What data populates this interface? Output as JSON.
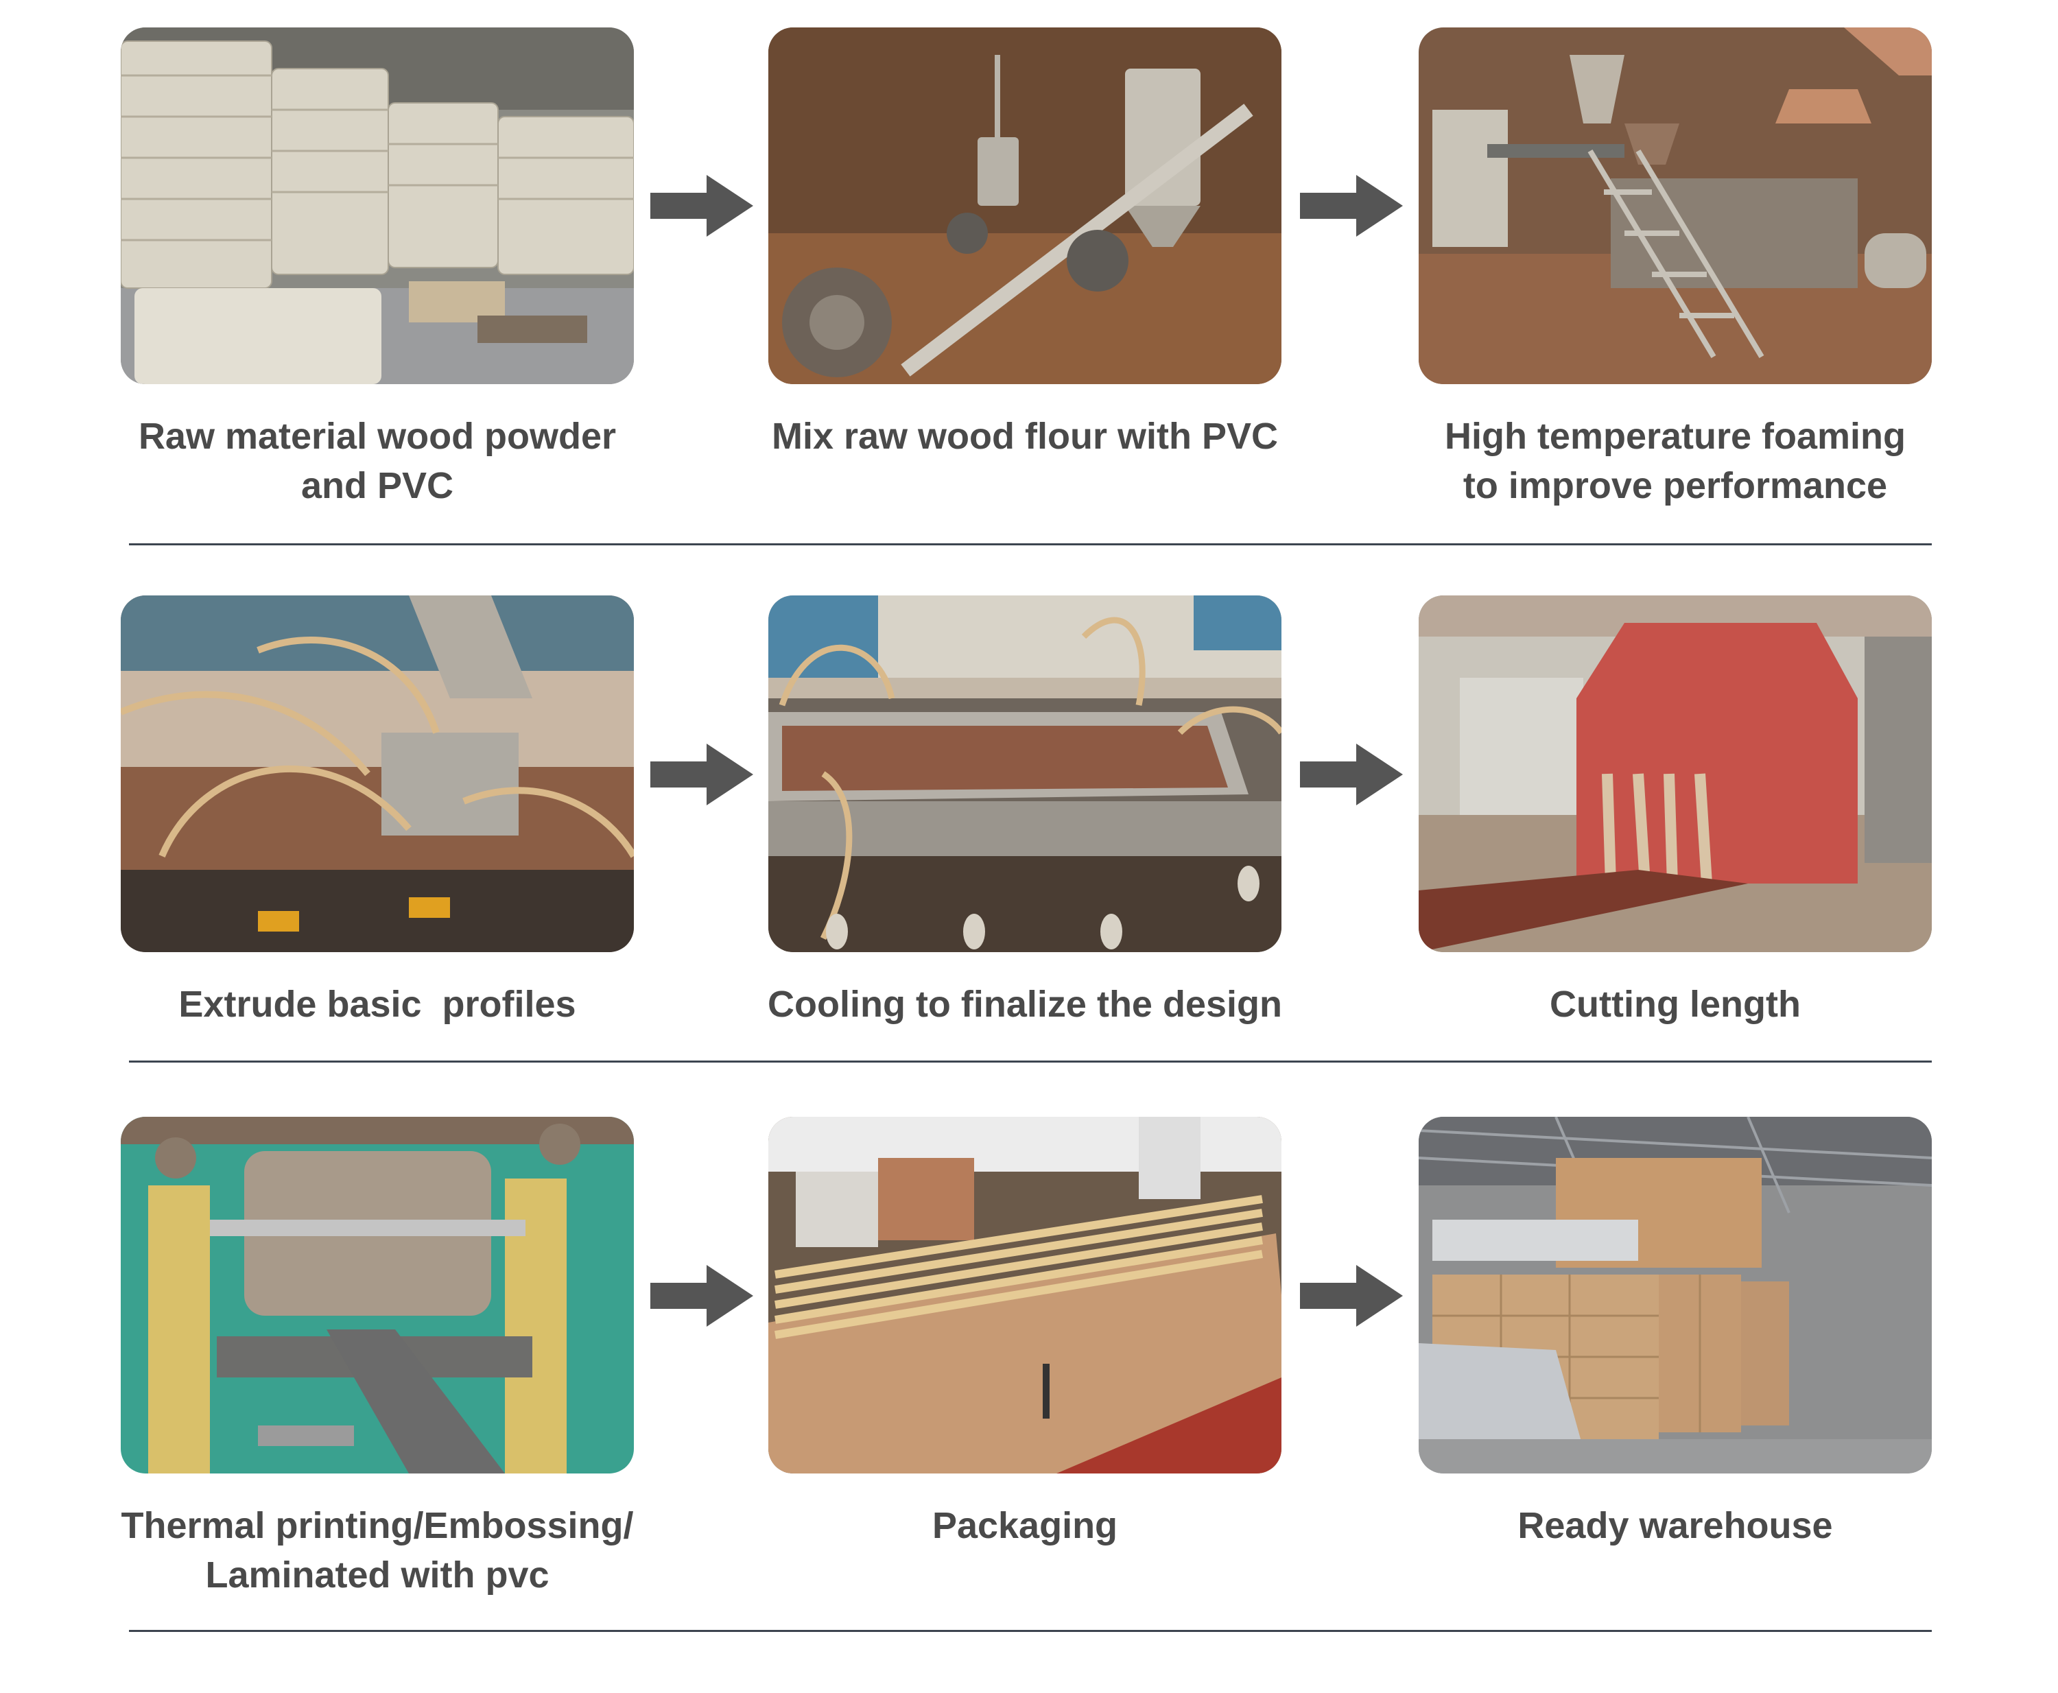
{
  "steps": [
    {
      "caption_lines": [
        "Raw material wood powder",
        "and PVC"
      ],
      "photo": "raw-material-warehouse-photo"
    },
    {
      "caption_lines": [
        "Mix raw wood flour with PVC"
      ],
      "photo": "mixing-silo-photo"
    },
    {
      "caption_lines": [
        "High temperature foaming",
        "to improve performance"
      ],
      "photo": "foaming-machine-photo"
    },
    {
      "caption_lines": [
        "Extrude basic  profiles"
      ],
      "photo": "extruder-photo"
    },
    {
      "caption_lines": [
        "Cooling to finalize the design"
      ],
      "photo": "cooling-tank-photo"
    },
    {
      "caption_lines": [
        "Cutting length"
      ],
      "photo": "cutting-saw-photo"
    },
    {
      "caption_lines": [
        "Thermal printing/Embossing/",
        "Laminated with pvc"
      ],
      "photo": "laminating-roller-photo"
    },
    {
      "caption_lines": [
        "Packaging"
      ],
      "photo": "packaging-photo"
    },
    {
      "caption_lines": [
        "Ready warehouse"
      ],
      "photo": "finished-warehouse-photo"
    }
  ],
  "colors": {
    "caption_text": "#4a4a4a",
    "arrow": "#555555",
    "divider": "#3d4550",
    "background": "#ffffff"
  },
  "icons": {
    "arrow": "right-arrow-icon"
  }
}
